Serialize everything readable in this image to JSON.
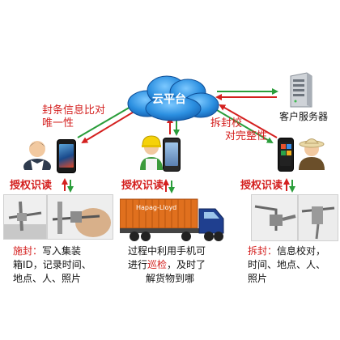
{
  "cloud": {
    "label": "云平台"
  },
  "server": {
    "label": "客户服务器"
  },
  "left_edge": {
    "line1": "封条信息比对",
    "line2": "唯一性"
  },
  "right_edge": {
    "line1": "拆封校",
    "line2": "对完整性"
  },
  "readers": {
    "left": {
      "label": "授权识读"
    },
    "center": {
      "label": "授权识读"
    },
    "right": {
      "label": "授权识读"
    }
  },
  "truck": {
    "container_text": "Hapag-Lloyd"
  },
  "captions": {
    "left": {
      "head": "施封：",
      "l1_rest": "写入集装",
      "l2": "箱ID，记录时间、",
      "l3": "地点、人、照片"
    },
    "center": {
      "l1": "过程中利用手机可",
      "l2_a": "进行",
      "l2_hl": "巡检",
      "l2_b": "，及时了",
      "l3": "解货物到哪"
    },
    "right": {
      "head": "拆封：",
      "l1_rest": "信息校对，",
      "l2": "时间、地点、人、",
      "l3": "照片"
    }
  },
  "colors": {
    "arrow_red": "#d4201f",
    "arrow_green": "#2a9d3a",
    "text_red": "#d4201f",
    "cloud_blue": "#1f7fd6"
  }
}
